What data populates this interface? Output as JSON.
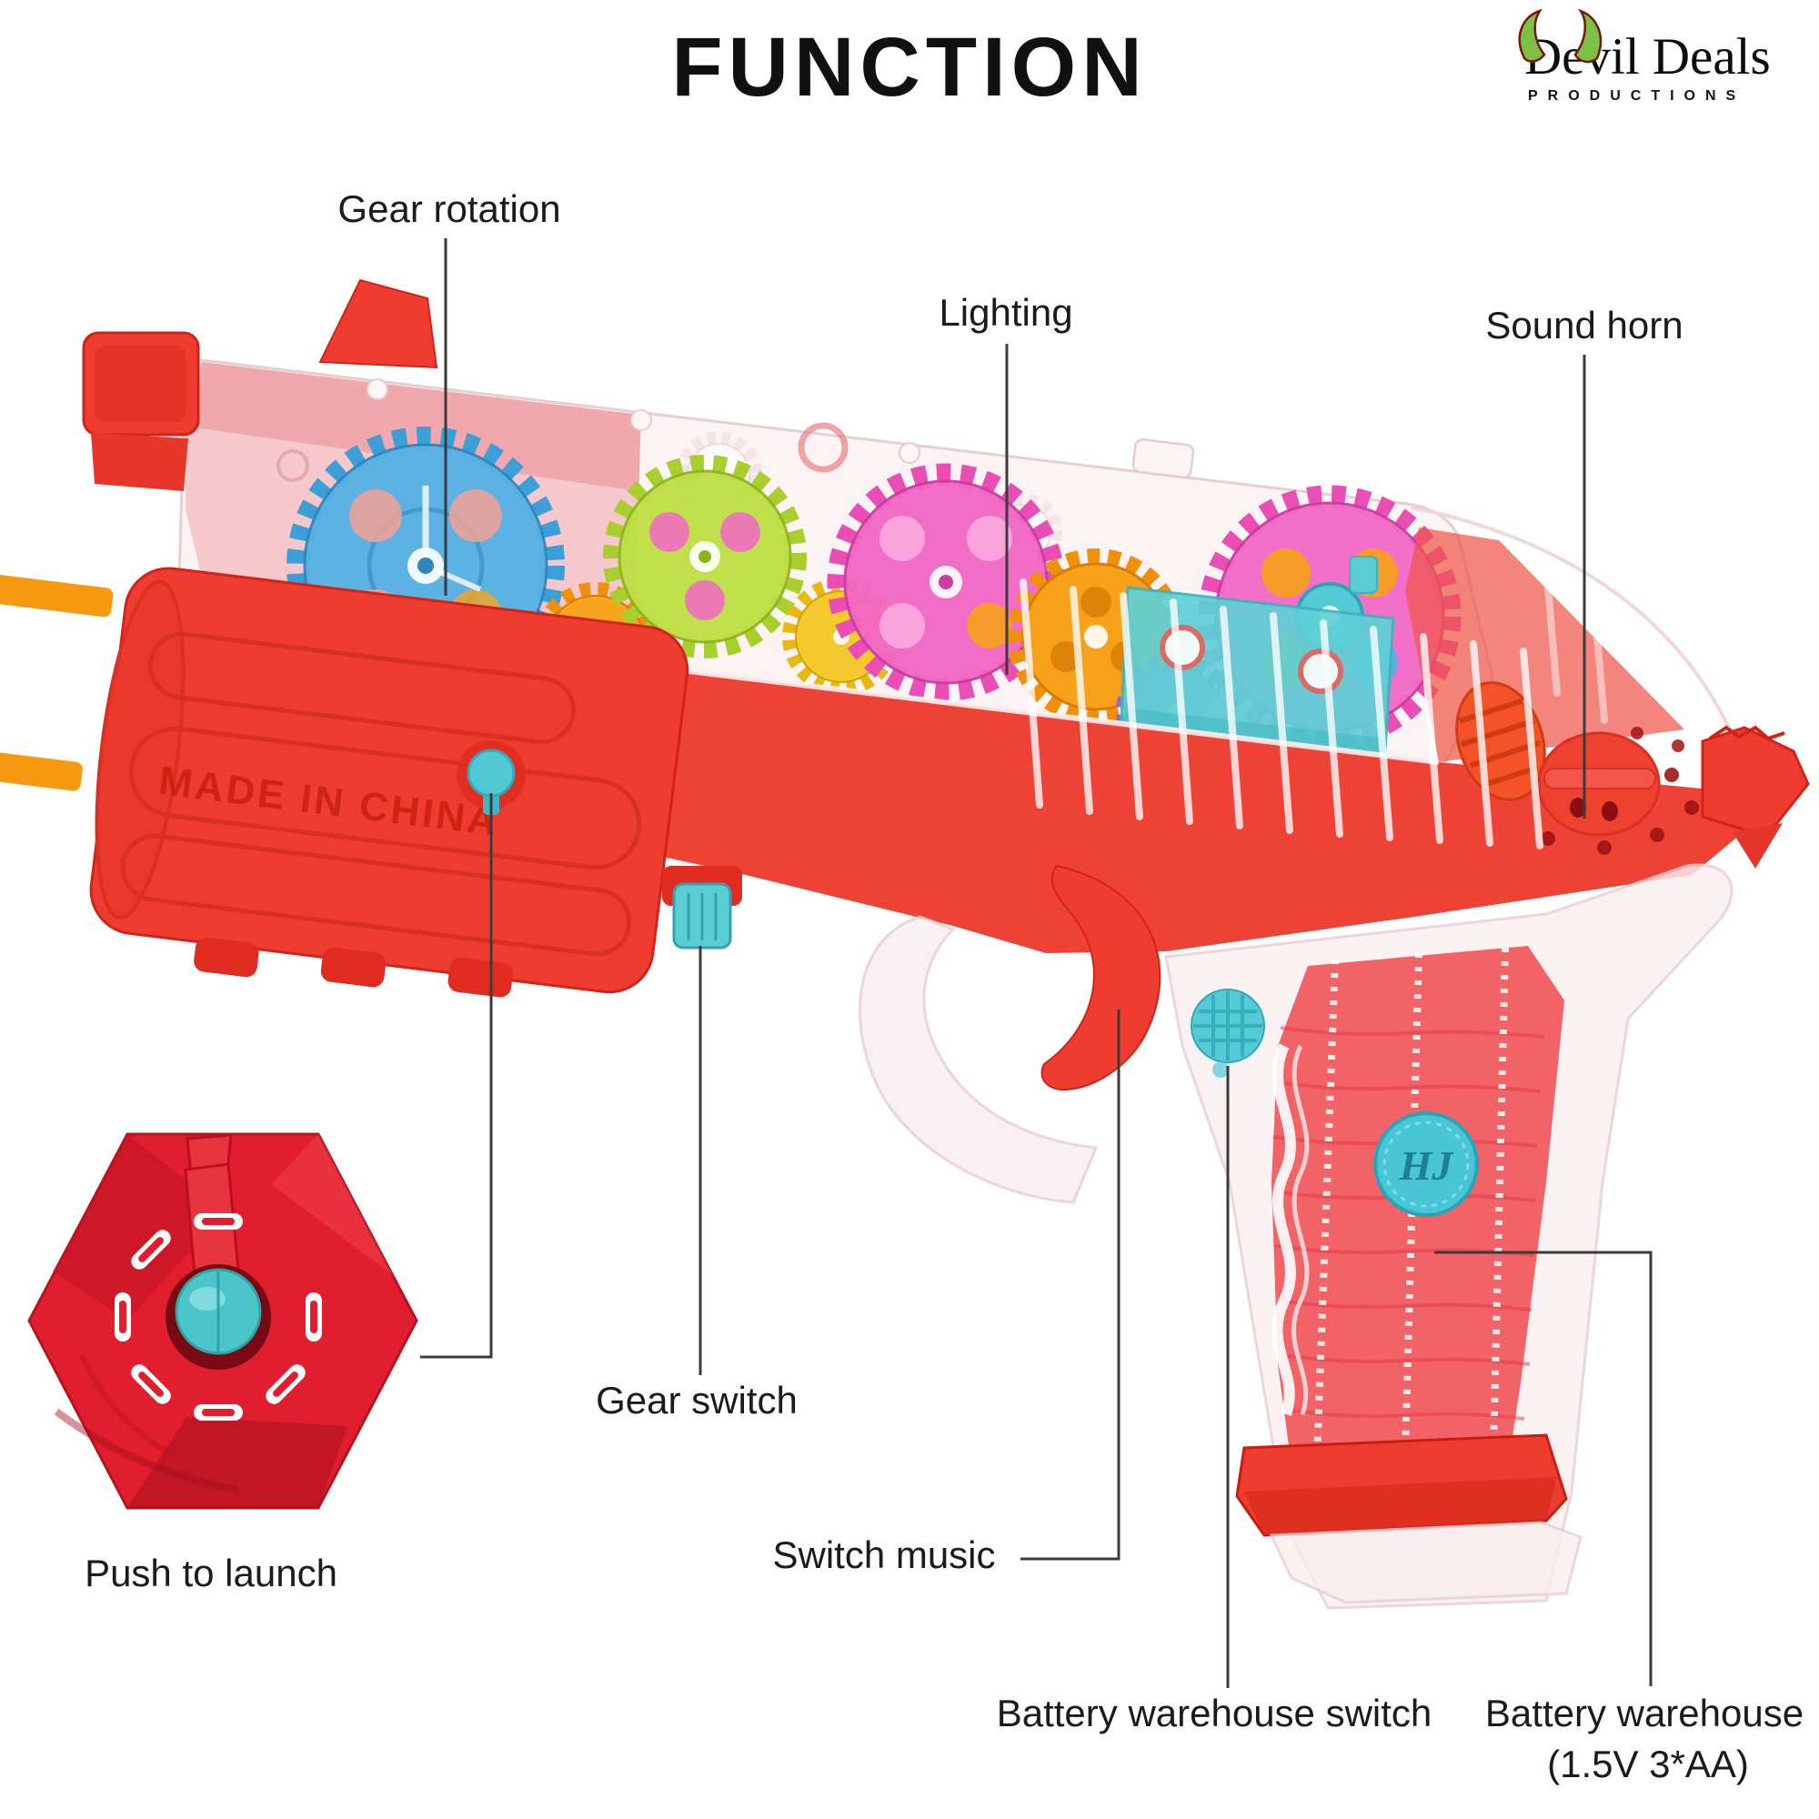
{
  "title": "FUNCTION",
  "logo": {
    "name": "Devil Deals",
    "subtitle": "PRODUCTIONS"
  },
  "diagram": {
    "labels": {
      "gear_rotation": "Gear rotation",
      "lighting": "Lighting",
      "sound_horn": "Sound horn",
      "push_to_launch": "Push to launch",
      "gear_switch": "Gear switch",
      "switch_music": "Switch music",
      "battery_warehouse_switch": "Battery warehouse switch",
      "battery_warehouse": "Battery warehouse",
      "battery_warehouse_spec": "(1.5V 3*AA)"
    },
    "product_markings": {
      "made_in": "MADE IN CHINA",
      "grip_badge": "HJ"
    },
    "colors": {
      "body_red": "#ee3c30",
      "accent_teal": "#55cbd8",
      "gear_blue": "#55b1e6",
      "gear_lime": "#bedf44",
      "gear_magenta": "#f266c4",
      "gear_orange": "#f7a01a",
      "gear_purple": "#ab77dc",
      "gear_yellow": "#f3c92e",
      "horn_green": "#7cc143",
      "hexagon_red": "#e01e2e",
      "callout_line": "#3b3b3b"
    }
  }
}
